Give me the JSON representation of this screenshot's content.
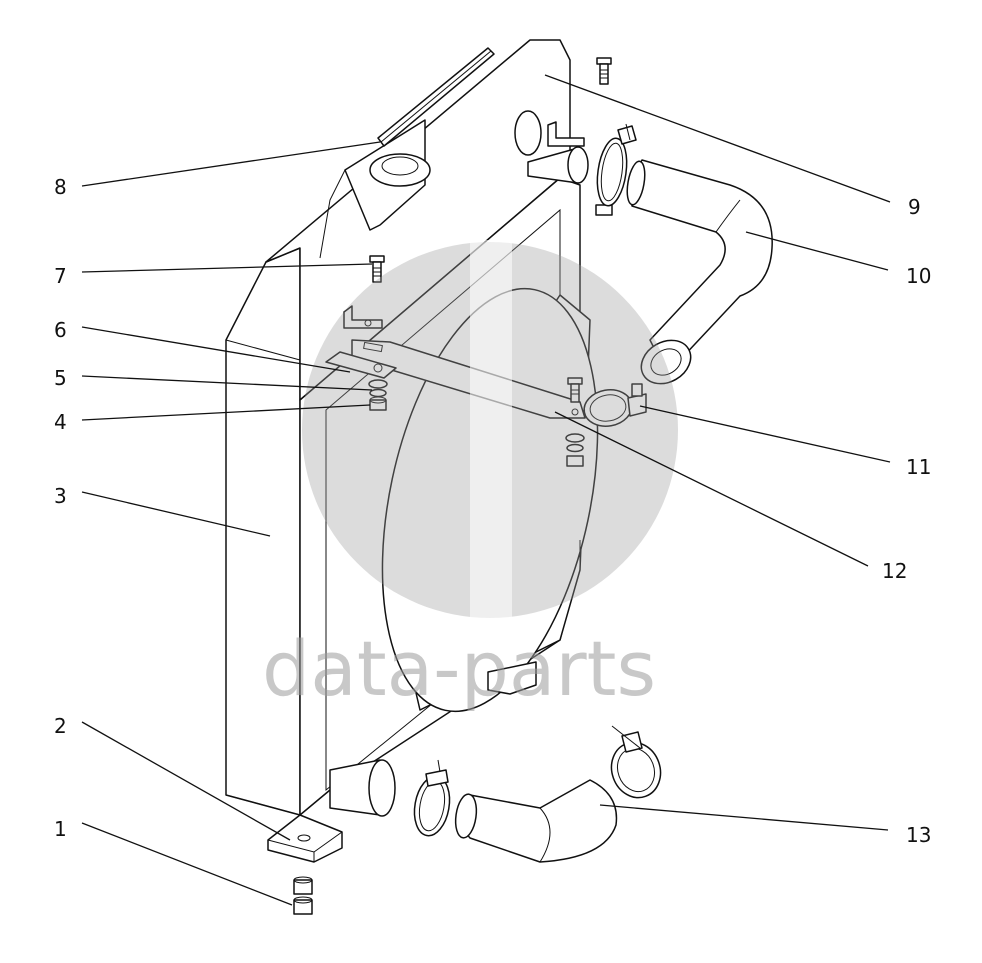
{
  "watermark": {
    "text": "data-parts",
    "color": "#9a9a9a"
  },
  "callouts": [
    {
      "id": "1",
      "label": "1"
    },
    {
      "id": "2",
      "label": "2"
    },
    {
      "id": "3",
      "label": "3"
    },
    {
      "id": "4",
      "label": "4"
    },
    {
      "id": "5",
      "label": "5"
    },
    {
      "id": "6",
      "label": "6"
    },
    {
      "id": "7",
      "label": "7"
    },
    {
      "id": "8",
      "label": "8"
    },
    {
      "id": "9",
      "label": "9"
    },
    {
      "id": "10",
      "label": "10"
    },
    {
      "id": "11",
      "label": "11"
    },
    {
      "id": "12",
      "label": "12"
    },
    {
      "id": "13",
      "label": "13"
    }
  ]
}
